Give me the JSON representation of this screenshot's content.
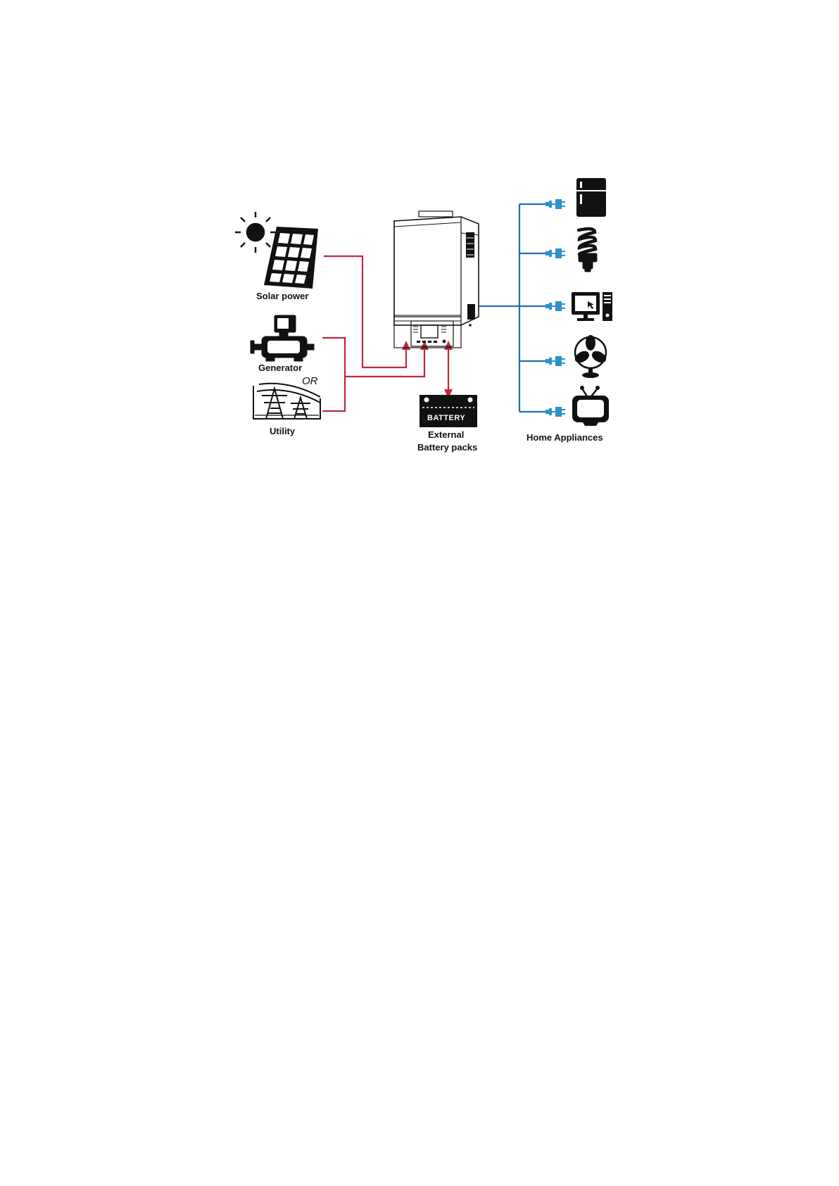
{
  "labels": {
    "solar": "Solar power",
    "generator": "Generator",
    "or": "OR",
    "utility": "Utility",
    "battery_badge": "BATTERY",
    "battery_line1": "External",
    "battery_line2": "Battery packs",
    "appliances": "Home Appliances"
  },
  "icons": {
    "sun": "sun-icon",
    "solar_panel": "solar-panel-icon",
    "generator": "generator-icon",
    "utility": "power-tower-icon",
    "inverter": "inverter-unit",
    "battery": "battery-icon",
    "appliances": [
      "refrigerator-icon",
      "light-bulb-icon",
      "computer-icon",
      "fan-icon",
      "tv-icon"
    ]
  },
  "colors": {
    "input_line": "#c0283a",
    "output_line": "#1f6fb5",
    "plug": "#2b93c9",
    "icon": "#111111"
  }
}
